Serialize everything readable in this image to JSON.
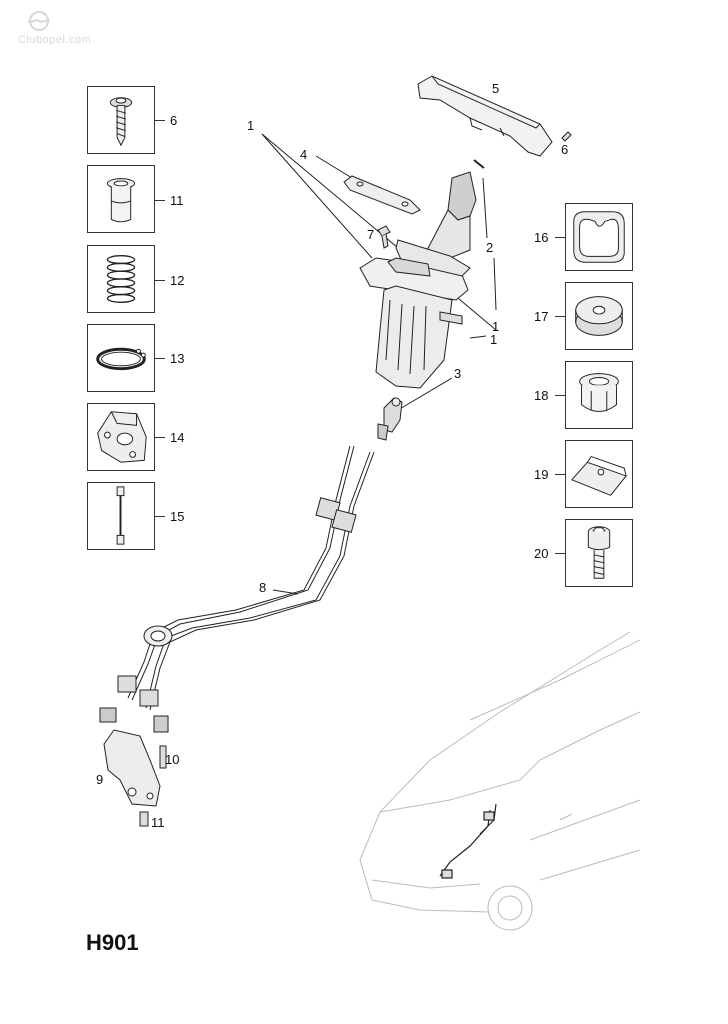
{
  "watermark": "Clubopel.com",
  "page_code": "H901",
  "left_parts": [
    {
      "num": "6",
      "icon": "screw-with-washer-icon"
    },
    {
      "num": "11",
      "icon": "sleeve-bushing-icon"
    },
    {
      "num": "12",
      "icon": "coil-spring-icon"
    },
    {
      "num": "13",
      "icon": "circlip-ring-icon"
    },
    {
      "num": "14",
      "icon": "bracket-plate-icon"
    },
    {
      "num": "15",
      "icon": "rod-link-icon"
    }
  ],
  "right_parts": [
    {
      "num": "16",
      "icon": "rubber-bushing-icon"
    },
    {
      "num": "17",
      "icon": "washer-disc-icon"
    },
    {
      "num": "18",
      "icon": "grommet-icon"
    },
    {
      "num": "19",
      "icon": "spring-clip-icon"
    },
    {
      "num": "20",
      "icon": "socket-head-bolt-icon"
    }
  ],
  "callouts": {
    "c1a": "1",
    "c4": "4",
    "c5": "5",
    "c6": "6",
    "c2": "2",
    "c7": "7",
    "c1b": "1",
    "c1c": "1",
    "c3": "3",
    "c8": "8",
    "c9": "9",
    "c10": "10",
    "c11": "11"
  }
}
